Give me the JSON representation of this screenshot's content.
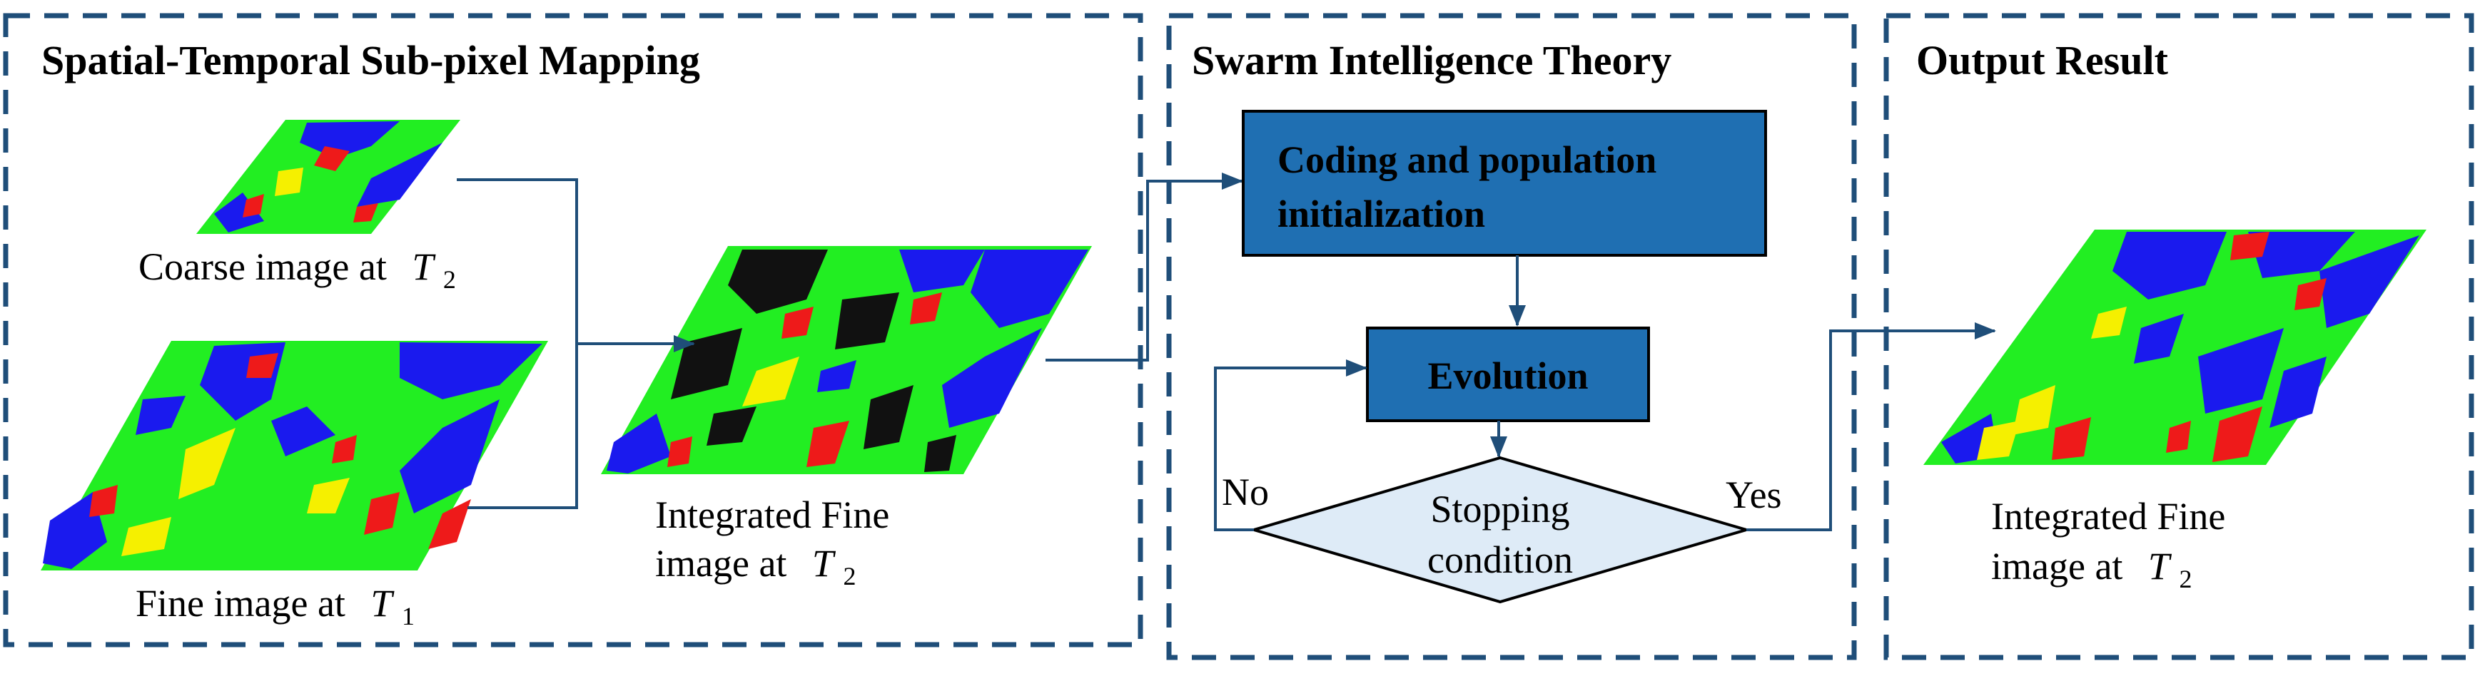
{
  "panels": {
    "mapping": {
      "title": "Spatial-Temporal Sub-pixel Mapping"
    },
    "swarm": {
      "title": "Swarm Intelligence Theory"
    },
    "output": {
      "title": "Output Result"
    }
  },
  "images": {
    "coarse": {
      "caption_prefix": "Coarse image at",
      "caption_var": "T",
      "caption_sub": "2"
    },
    "fine": {
      "caption_prefix": "Fine image at",
      "caption_var": "T",
      "caption_sub": "1"
    },
    "integrated": {
      "caption_line1": "Integrated Fine",
      "caption_prefix": "image at",
      "caption_var": "T",
      "caption_sub": "2"
    },
    "output": {
      "caption_line1": "Integrated Fine",
      "caption_prefix": "image at",
      "caption_var": "T",
      "caption_sub": "2"
    }
  },
  "flowchart": {
    "init_line1": "Coding and population",
    "init_line2": "initialization",
    "evolution": "Evolution",
    "stop_line1": "Stopping",
    "stop_line2": "condition",
    "no_label": "No",
    "yes_label": "Yes"
  },
  "colors": {
    "panel_border": "#1f4e79",
    "process_fill": "#1f6fb2",
    "decision_fill": "#deebf7",
    "arrow": "#1f4e79",
    "land_green": "#22ee22",
    "land_blue": "#1a1aee",
    "land_red": "#ee1a1a",
    "land_yellow": "#f5f000",
    "land_black": "#111111"
  }
}
